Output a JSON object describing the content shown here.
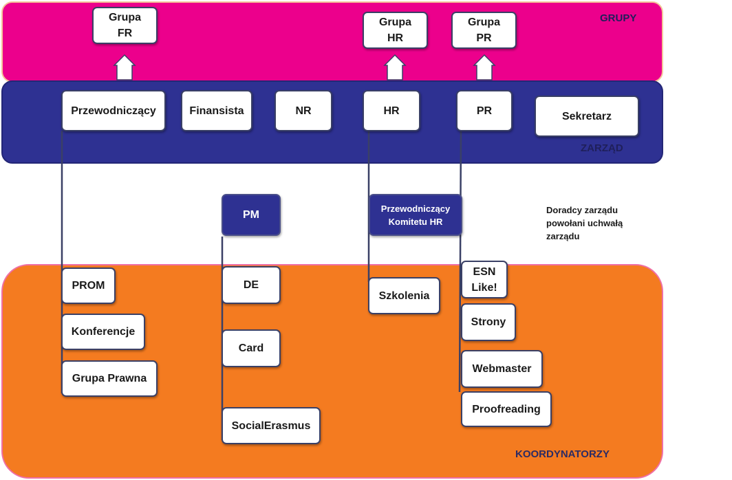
{
  "bands": {
    "groups_label": "GRUPY",
    "board_label": "ZARZĄD",
    "coordinators_label": "KOORDYNATORZY"
  },
  "groups": {
    "fr": [
      "Grupa",
      "FR"
    ],
    "hr": [
      "Grupa",
      "HR"
    ],
    "pr": [
      "Grupa",
      "PR"
    ]
  },
  "board": {
    "chair": "Przewodniczący",
    "finance": "Finansista",
    "nr": "NR",
    "hr": "HR",
    "pr": "PR",
    "secretary": "Sekretarz"
  },
  "mid": {
    "pm": "PM",
    "hr_committee_chair": [
      "Przewodniczący",
      "Komitetu HR"
    ],
    "advisors_note": [
      "Doradcy zarządu",
      "powołani uchwałą",
      "zarządu"
    ]
  },
  "coordinators": {
    "prom": "PROM",
    "konferencje": "Konferencje",
    "grupa_prawna": "Grupa Prawna",
    "de": "DE",
    "card": "Card",
    "social_erasmus": "SocialErasmus",
    "szkolenia": "Szkolenia",
    "esn_like": [
      "ESN",
      "Like!"
    ],
    "strony": "Strony",
    "webmaster": "Webmaster",
    "proofreading": "Proofreading"
  },
  "colors": {
    "groups_band": "#ec008c",
    "board_band": "#2e3192",
    "coordinators_band": "#f47b20",
    "box": "#ffffff",
    "line": "#3a4066"
  }
}
